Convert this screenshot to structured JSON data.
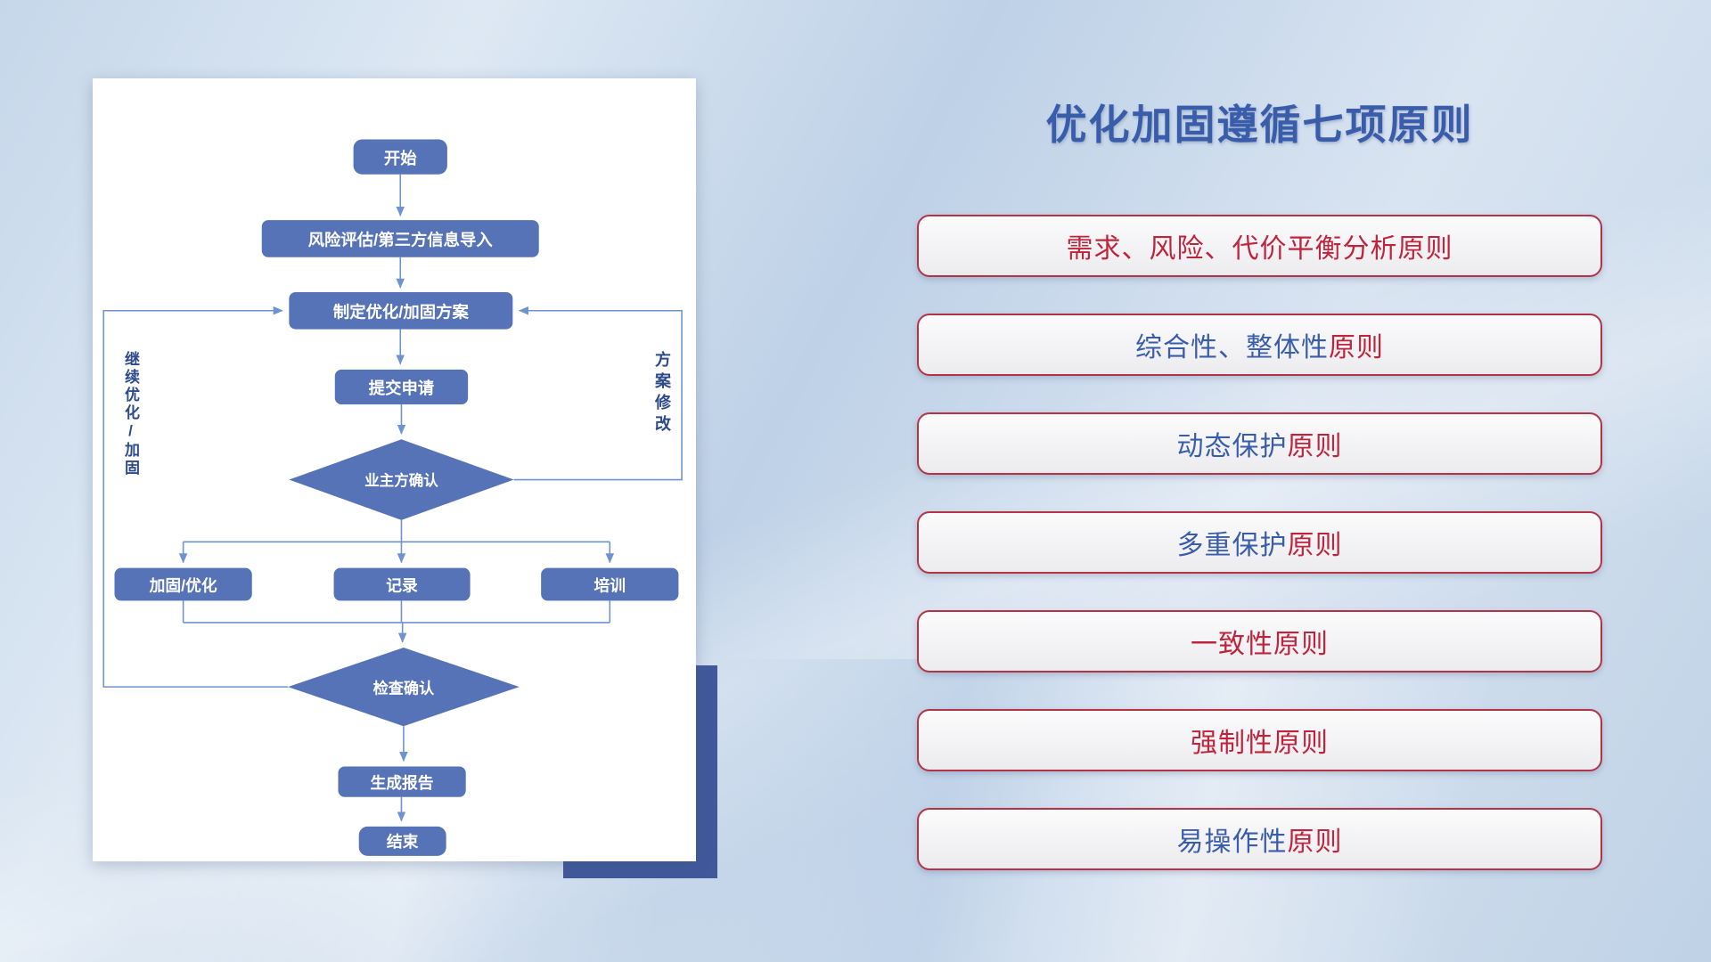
{
  "slide": {
    "title": "优化加固遵循七项原则",
    "title_color": "#3a5dab"
  },
  "flowchart": {
    "nodes": {
      "start": "开始",
      "risk": "风险评估/第三方信息导入",
      "plan": "制定优化/加固方案",
      "submit": "提交申请",
      "owner_confirm": "业主方确认",
      "harden": "加固/优化",
      "record": "记录",
      "training": "培训",
      "check": "检查确认",
      "report": "生成报告",
      "end": "结束"
    },
    "labels": {
      "left_loop": "继续优化/加固",
      "right_loop": "方案修改"
    },
    "colors": {
      "node_fill": "#5673b7",
      "node_text": "#ffffff",
      "line": "#6e94d0"
    }
  },
  "principles": {
    "colors": {
      "blue": "#3a5dab",
      "red": "#c0243c",
      "border": "#b53347"
    },
    "items": [
      {
        "pre": "",
        "suffix": "需求、风险、代价平衡分析原则"
      },
      {
        "pre": "综合性、整体性",
        "suffix": "原则"
      },
      {
        "pre": "动态保护",
        "suffix": "原则"
      },
      {
        "pre": "多重保护",
        "suffix": "原则"
      },
      {
        "pre": "",
        "suffix": "一致性原则"
      },
      {
        "pre": "",
        "suffix": "强制性原则"
      },
      {
        "pre": "易操作性",
        "suffix": "原则"
      }
    ]
  }
}
